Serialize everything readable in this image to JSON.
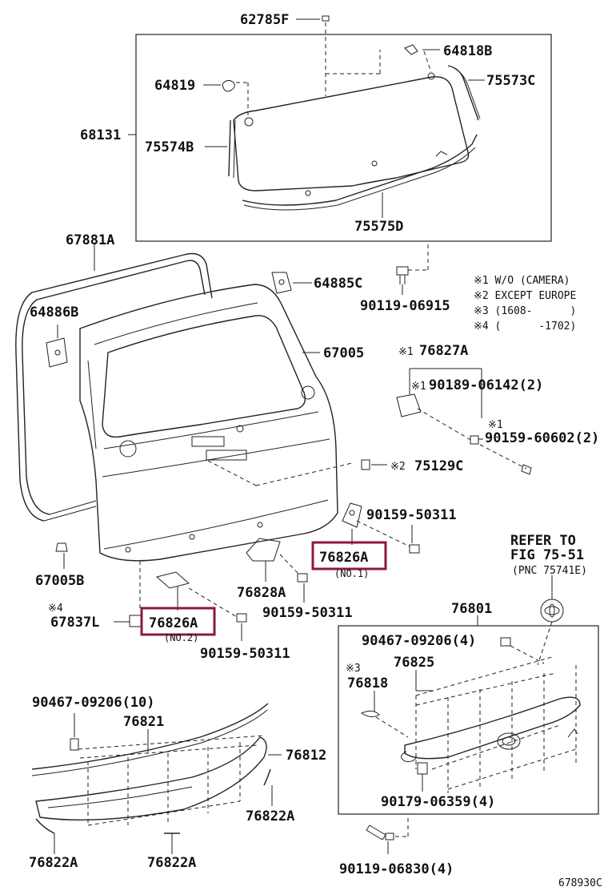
{
  "labels": {
    "l62785F": "62785F",
    "l64818B": "64818B",
    "l64819": "64819",
    "l75573C": "75573C",
    "l68131": "68131",
    "l75574B": "75574B",
    "l75575D": "75575D",
    "l67881A": "67881A",
    "l64885C": "64885C",
    "l90119_06915": "90119-06915",
    "l64886B": "64886B",
    "l67005": "67005",
    "l76827A": "76827A",
    "l90189_06142": "90189-06142(2)",
    "l90159_60602": "90159-60602(2)",
    "l75129C": "75129C",
    "l90159_50311a": "90159-50311",
    "l76826A_1": "76826A",
    "no1": "(NO.1)",
    "l67005B": "67005B",
    "l76828A": "76828A",
    "l90159_50311b": "90159-50311",
    "l67837L": "67837L",
    "l76826A_2": "76826A",
    "no2": "(NO.2)",
    "l90159_50311c": "90159-50311",
    "l76801": "76801",
    "l90467_09206_4": "90467-09206(4)",
    "l76825": "76825",
    "l76818": "76818",
    "l90467_09206_10": "90467-09206(10)",
    "l76821": "76821",
    "l76812": "76812",
    "l90179_06359": "90179-06359(4)",
    "l76822A_a": "76822A",
    "l76822A_b": "76822A",
    "l76822A_c": "76822A",
    "l90119_06830": "90119-06830(4)",
    "figure_id": "678930C"
  },
  "marks": {
    "m1": "※1",
    "m2": "※2",
    "m3": "※3",
    "m4": "※4"
  },
  "refer": {
    "line1": "REFER TO",
    "line2": "FIG 75-51",
    "line3": "(PNC 75741E)"
  },
  "notes": [
    "※1 W/O (CAMERA)",
    "※2 EXCEPT EUROPE",
    "※3 (1608-      )",
    "※4 (      -1702)"
  ],
  "highlight_color": "#8b1a3a"
}
